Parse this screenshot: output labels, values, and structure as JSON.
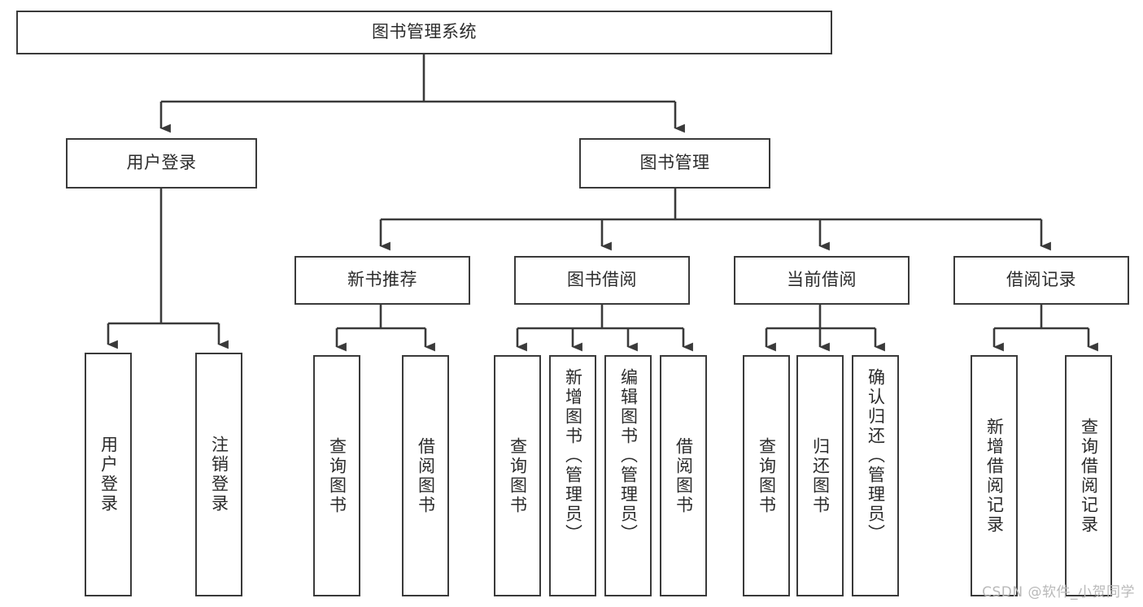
{
  "diagram": {
    "title": "图书管理系统",
    "type": "tree-hierarchy-diagram",
    "colors": {
      "stroke": "#3a3a3a",
      "text": "#2b2b2b",
      "background": "#ffffff",
      "watermark": "#b9b9b9"
    },
    "root": {
      "label": "图书管理系统"
    },
    "level2": [
      {
        "label": "用户登录"
      },
      {
        "label": "图书管理"
      }
    ],
    "level3": [
      {
        "label": "新书推荐"
      },
      {
        "label": "图书借阅"
      },
      {
        "label": "当前借阅"
      },
      {
        "label": "借阅记录"
      }
    ],
    "leaves": {
      "user_login": [
        {
          "label": "用户登录"
        },
        {
          "label": "注销登录"
        }
      ],
      "new_book_recommend": [
        {
          "label": "查询图书"
        },
        {
          "label": "借阅图书"
        }
      ],
      "book_borrow": [
        {
          "label": "查询图书"
        },
        {
          "label": "新增图书（管理员）"
        },
        {
          "label": "编辑图书（管理员）"
        },
        {
          "label": "借阅图书"
        }
      ],
      "current_borrow": [
        {
          "label": "查询图书"
        },
        {
          "label": "归还图书"
        },
        {
          "label": "确认归还（管理员）"
        }
      ],
      "borrow_record": [
        {
          "label": "新增借阅记录"
        },
        {
          "label": "查询借阅记录"
        }
      ]
    }
  },
  "watermark": {
    "text": "CSDN @软件_小贺同学"
  }
}
